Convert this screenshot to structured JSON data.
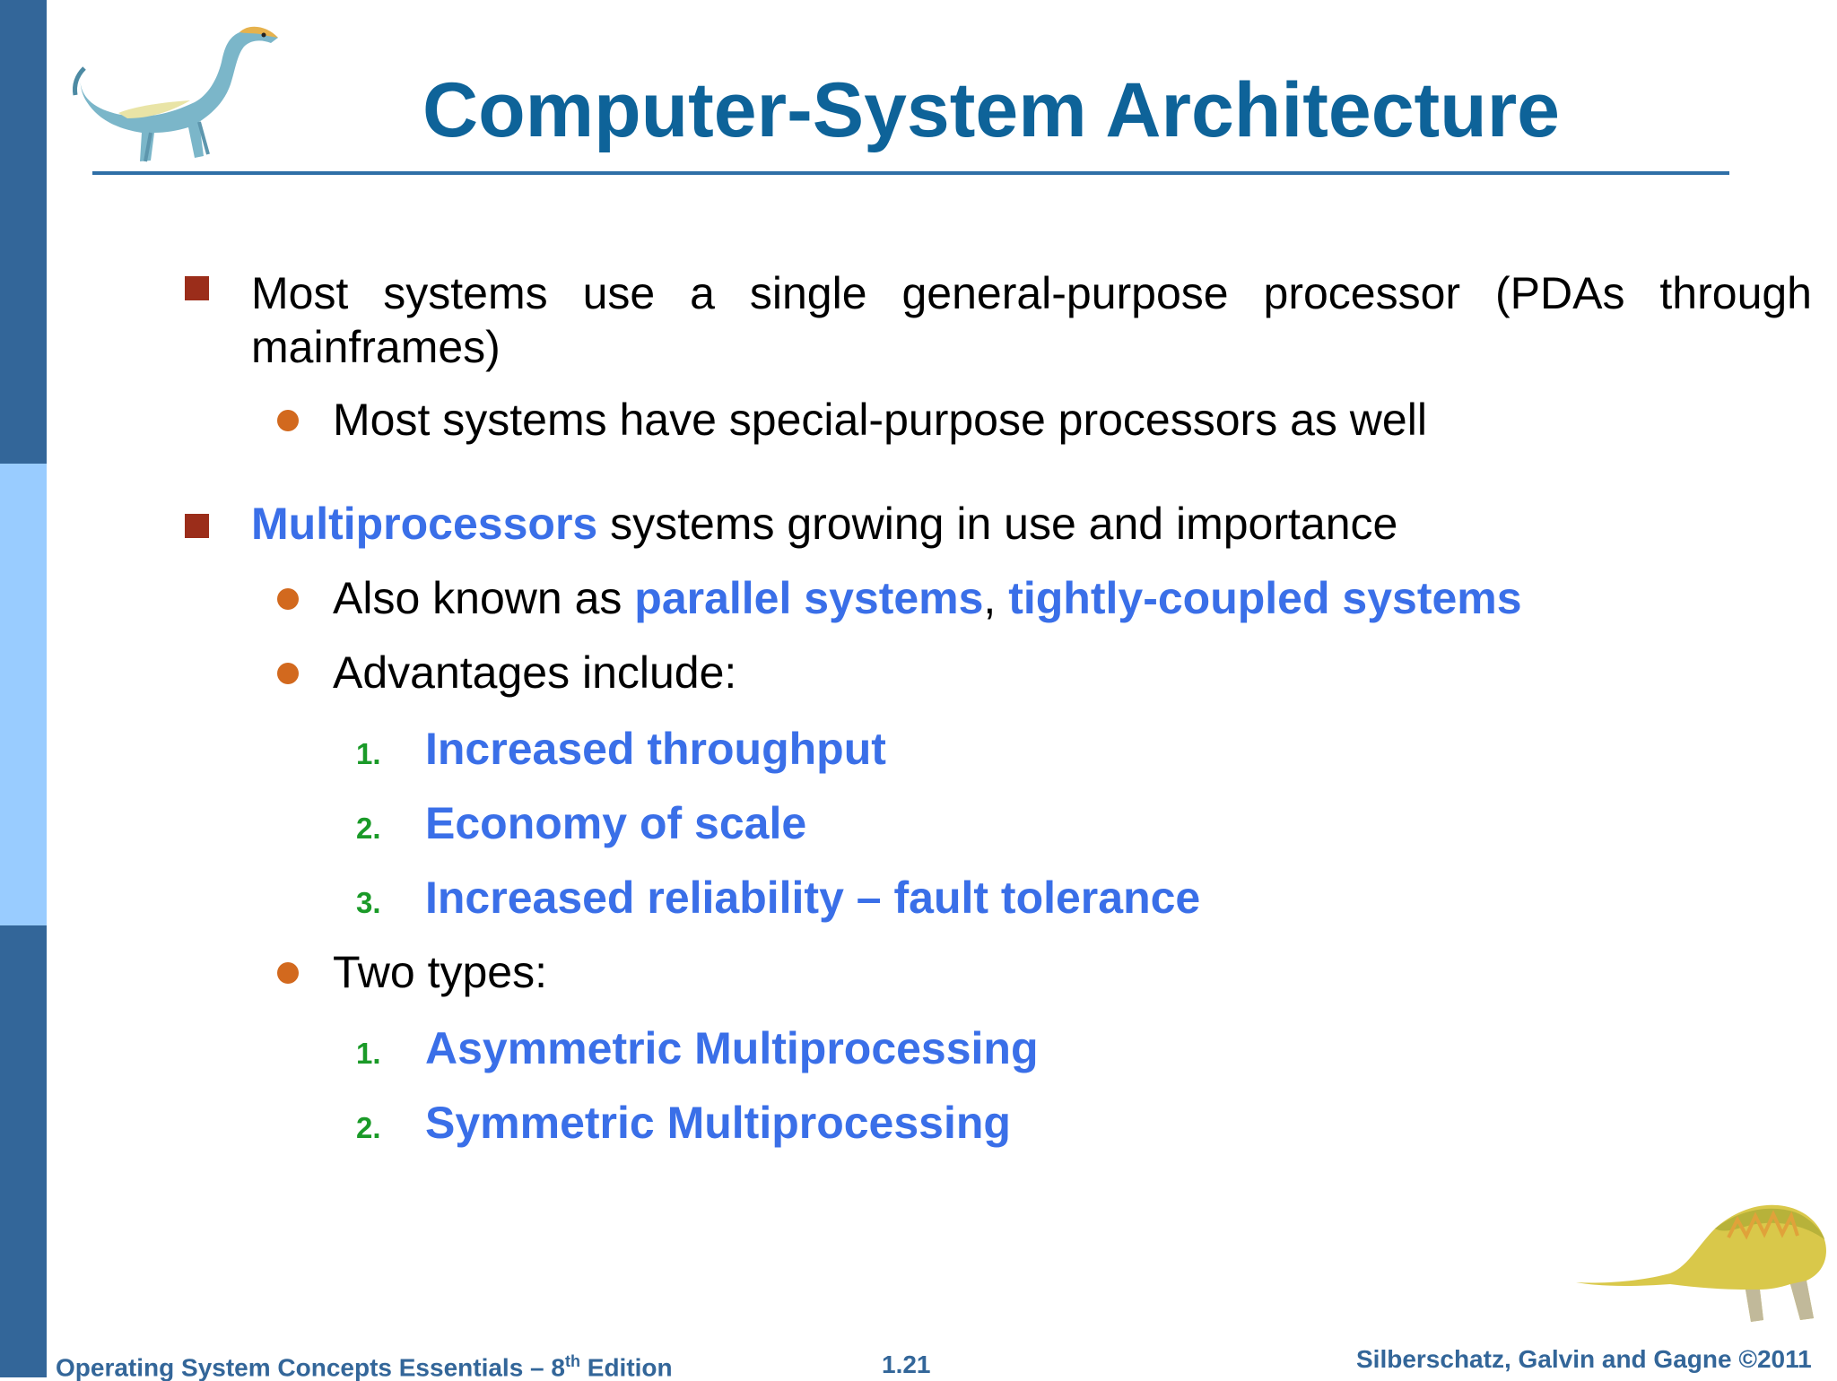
{
  "slide": {
    "title": "Computer-System Architecture",
    "bullet1": {
      "text": "Most systems use a single general-purpose processor (PDAs through mainframes)",
      "sub": "Most systems have special-purpose processors as well"
    },
    "bullet2": {
      "highlight": "Multiprocessors",
      "rest": " systems growing in use and importance",
      "known_as": {
        "prefix": "Also known as ",
        "term1": "parallel systems",
        "sep": ", ",
        "term2": "tightly-coupled systems"
      },
      "advantages": {
        "label": "Advantages include:",
        "items": [
          {
            "num": "1.",
            "text": "Increased throughput"
          },
          {
            "num": "2.",
            "text": "Economy of scale"
          },
          {
            "num": "3.",
            "text": "Increased reliability – fault tolerance"
          }
        ]
      },
      "types": {
        "label": "Two types:",
        "items": [
          {
            "num": "1.",
            "text": "Asymmetric Multiprocessing"
          },
          {
            "num": "2.",
            "text": "Symmetric Multiprocessing"
          }
        ]
      }
    }
  },
  "footer": {
    "left_prefix": "Operating System Concepts Essentials – 8",
    "left_sup": "th",
    "left_suffix": " Edition",
    "page": "1.21",
    "right": "Silberschatz, Galvin and Gagne ©2011"
  },
  "colors": {
    "title": "#0e6399",
    "highlight": "#3a6fe8",
    "sidebar_dark": "#336699",
    "sidebar_light": "#99ccff",
    "square_bullet": "#9b2d1a",
    "round_bullet": "#d2691e",
    "number": "#1a9a28"
  },
  "icons": {
    "top_left": "dinosaur-icon",
    "bottom_right": "dinosaur-icon"
  }
}
